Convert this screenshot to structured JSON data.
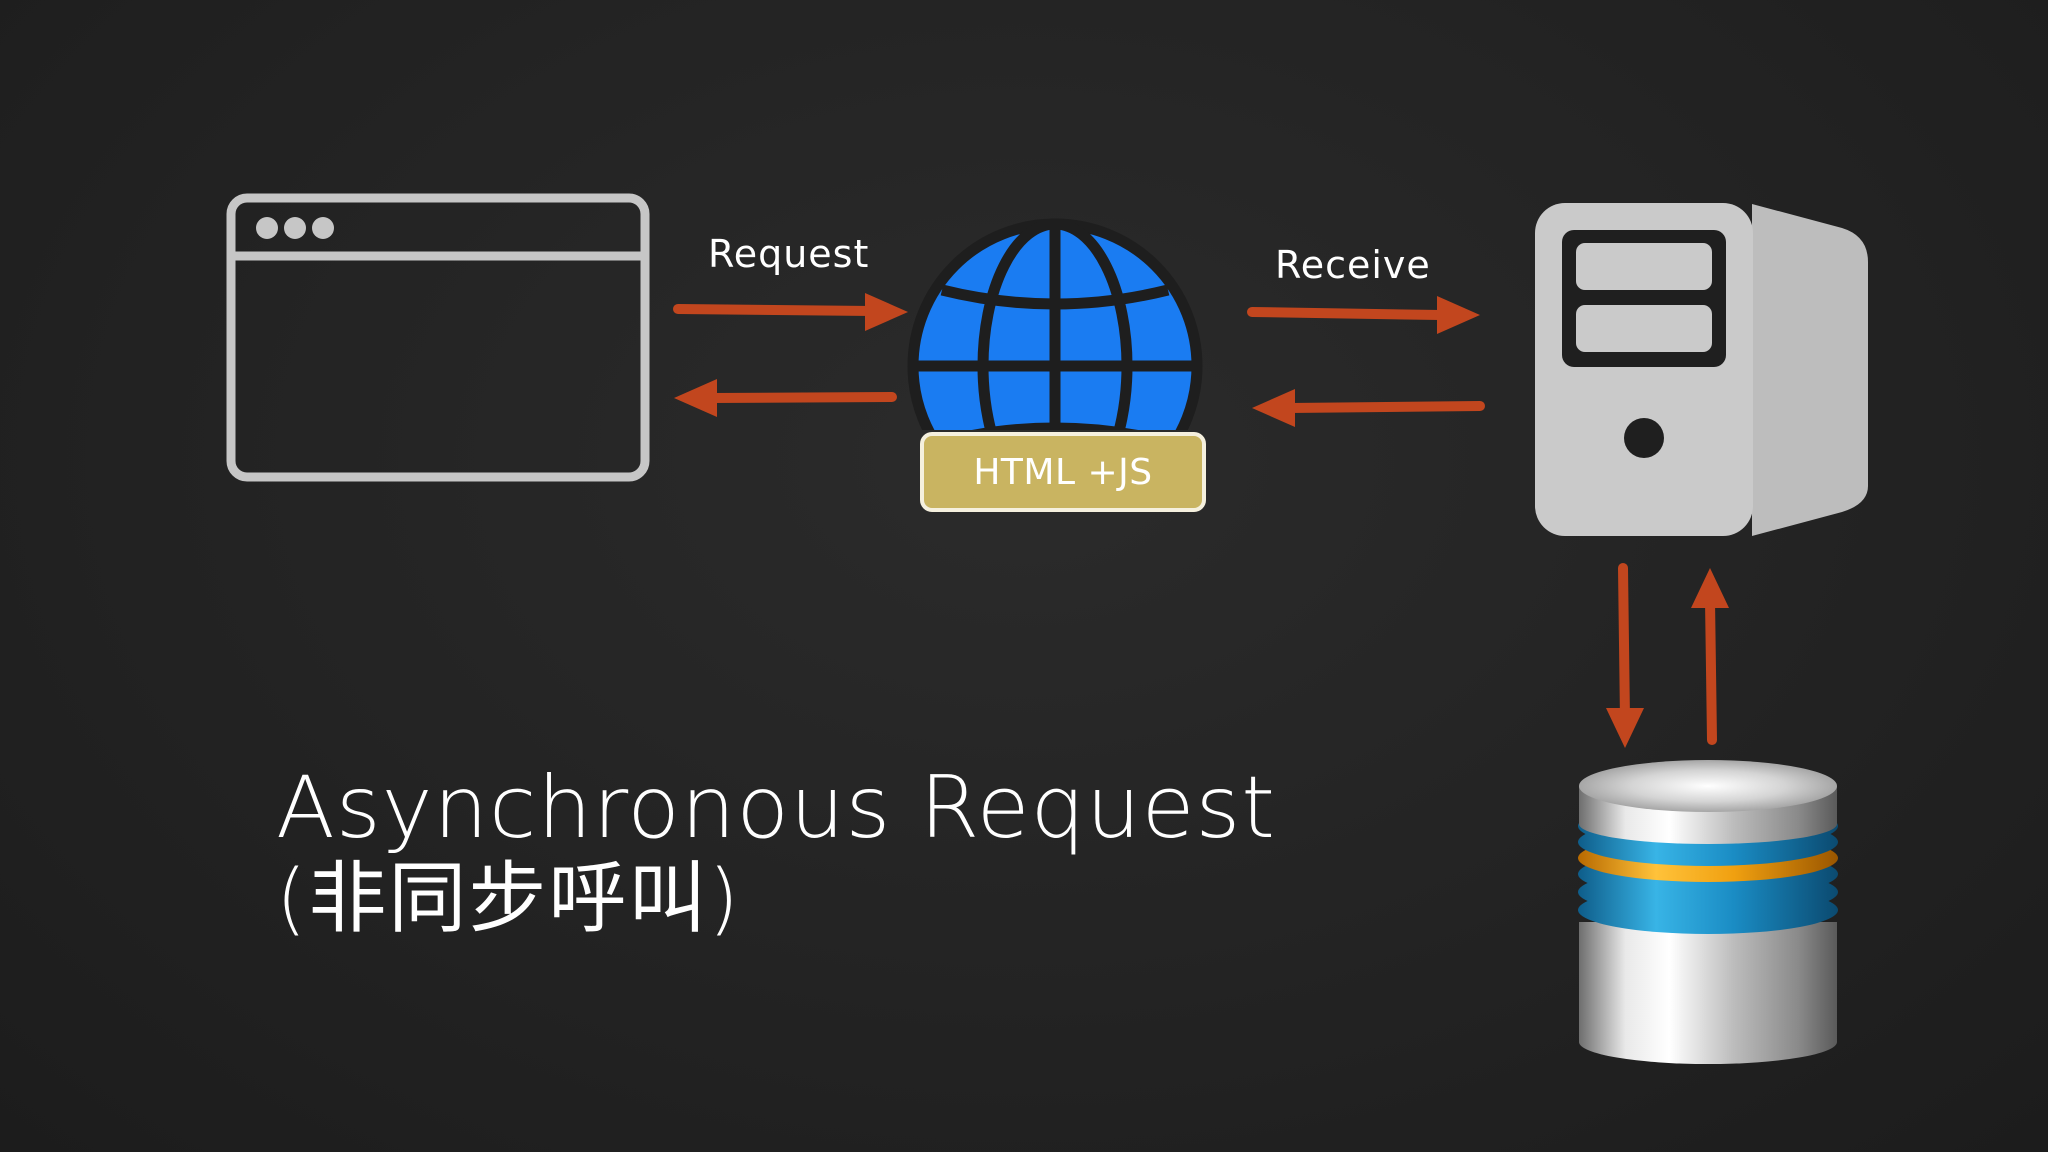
{
  "diagram": {
    "labels": {
      "request": "Request",
      "receive": "Receive",
      "badge": "HTML +JS"
    },
    "title": {
      "line1": "Asynchronous Request",
      "line2": "(非同步呼叫)"
    },
    "icons": {
      "browser": "browser-window-icon",
      "globe": "globe-icon",
      "server": "server-tower-icon",
      "database": "database-icon"
    },
    "colors": {
      "arrow": "#c2461e",
      "globe": "#1a7cf2",
      "badge": "#c9b461",
      "server": "#c9c9c9",
      "browser_outline": "#c6c6c6"
    }
  }
}
